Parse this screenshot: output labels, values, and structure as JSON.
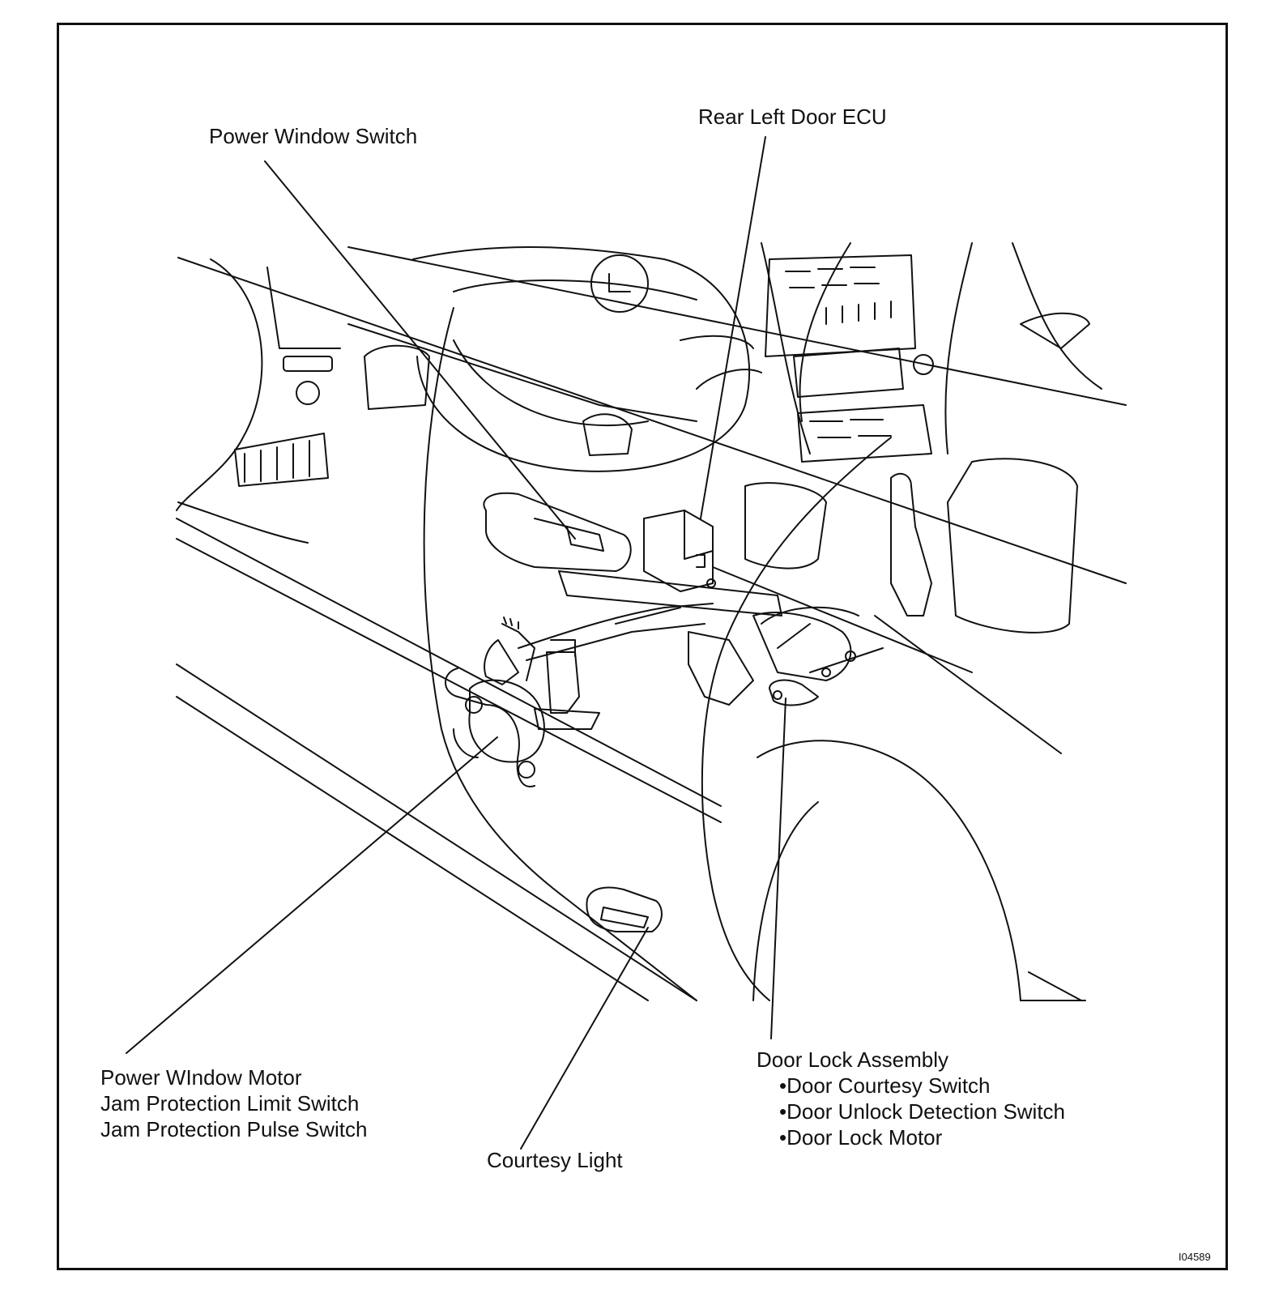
{
  "labels": {
    "power_window_switch": "Power Window Switch",
    "rear_left_door_ecu": "Rear Left Door ECU",
    "power_window_motor_group": [
      "Power WIndow Motor",
      "Jam Protection Limit Switch",
      "Jam Protection Pulse Switch"
    ],
    "courtesy_light": "Courtesy Light",
    "door_lock_assembly": {
      "title": "Door Lock Assembly",
      "items": [
        "•Door Courtesy Switch",
        "•Door Unlock Detection Switch",
        "•Door Lock Motor"
      ]
    }
  },
  "figure_code": "I04589",
  "colors": {
    "line": "#111111",
    "background": "#ffffff"
  }
}
